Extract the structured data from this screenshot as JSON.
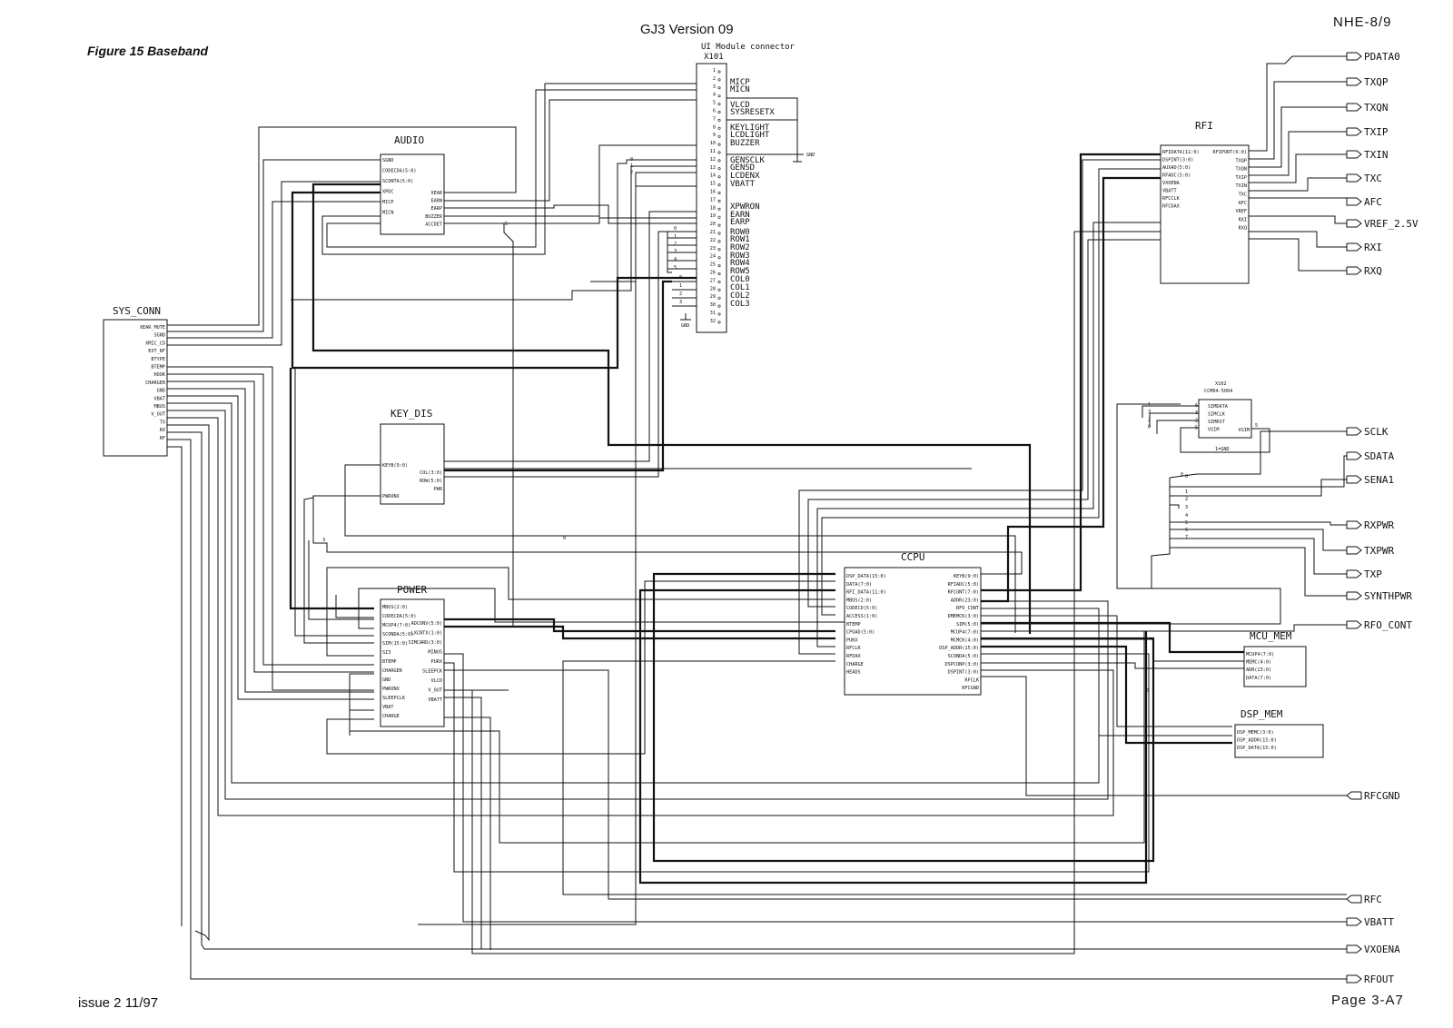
{
  "header": {
    "figure": "Figure 15   Baseband",
    "title": "GJ3 Version 09",
    "doc_code": "NHE-8/9"
  },
  "footer": {
    "issue": "issue 2 11/97",
    "page": "Page 3-A7"
  },
  "ui_connector": {
    "title": "UI Module connector",
    "ref": "X101",
    "pin_numbers": [
      "1",
      "2",
      "3",
      "4",
      "5",
      "6",
      "7",
      "8",
      "9",
      "10",
      "11",
      "12",
      "13",
      "14",
      "15",
      "16",
      "17",
      "18",
      "19",
      "20",
      "21",
      "22",
      "23",
      "24",
      "25",
      "26",
      "27",
      "28",
      "29",
      "30",
      "31",
      "32"
    ],
    "signals": [
      "MICP",
      "MICN",
      "VLCD",
      "SYSRESETX",
      "KEYLIGHT",
      "LCDLIGHT",
      "BUZZER",
      "GENSCLK",
      "GENSD",
      "LCDENX",
      "VBATT",
      "XPWRON",
      "EARN",
      "EARP",
      "ROW0",
      "ROW1",
      "ROW2",
      "ROW3",
      "ROW4",
      "ROW5",
      "COL0",
      "COL1",
      "COL2",
      "COL3"
    ],
    "gnd_labels": [
      "GND",
      "GND"
    ],
    "bus_indices": [
      "0",
      "1",
      "2",
      "3",
      "4",
      "5",
      "0",
      "1",
      "2",
      "3",
      "2",
      "1",
      "0"
    ]
  },
  "blocks": {
    "audio": {
      "name": "AUDIO",
      "left_pins": [
        "SGND",
        "CODECDA(5:0)",
        "SCONTA(5:0)",
        "XPDC",
        "MICP",
        "MICN"
      ],
      "right_pins": [
        "XEAR",
        "EARN",
        "EARP",
        "BUZZER",
        "ACCDET"
      ]
    },
    "sys_conn": {
      "name": "SYS_CONN",
      "right_pins": [
        "XEAR_MUTE",
        "SGND",
        "XMIC_CD",
        "EXT_RF",
        "BTYPE",
        "BTEMP",
        "HOOK",
        "CHARGER",
        "GND",
        "VBAT",
        "MBUS",
        "V_OUT",
        "TX",
        "RX",
        "RF"
      ]
    },
    "key_dis": {
      "name": "KEY_DIS",
      "left_pins": [
        "KEYB(9:0)",
        "PWRONX"
      ],
      "right_pins": [
        "COL(3:0)",
        "ROW(5:0)",
        "PWR"
      ]
    },
    "power": {
      "name": "POWER",
      "left_pins": [
        "MBUS(2:0)",
        "CODECDA(5:0)",
        "MCUP4(7:0)",
        "SCONDA(5:0)",
        "SIM(15:0)",
        "SI3",
        "BTEMP",
        "CHARGER",
        "GND",
        "PWRONX",
        "SLEEPCLK",
        "VBAT",
        "CHARGE"
      ],
      "right_pins": [
        "ADCONV(5:0)",
        "LXCNTX(1:0)",
        "SIMCARD(3:0)",
        "MINUS",
        "PURX",
        "SLEEPCK",
        "VLCD",
        "V_OUT",
        "VBATT"
      ]
    },
    "ccpu": {
      "name": "CCPU",
      "left_pins": [
        "DSP_DATA(15:0)",
        "DATA(7:0)",
        "RFI_DATA(11:0)",
        "MBUS(2:0)",
        "CODECD(5:0)",
        "ACCESS(1:0)",
        "BTEMP",
        "CPUAD(5:0)",
        "PURX",
        "RFCLK",
        "RFDAX",
        "CHARGE",
        "HEADS"
      ],
      "right_pins": [
        "KEYB(9:0)",
        "RFIADC(5:0)",
        "RFCONT(7:0)",
        "ADDR(23:0)",
        "RFO_CONT",
        "DMEMCK(3:0)",
        "SIM(5:0)",
        "MCUP4(7:0)",
        "MCMCK(4:0)",
        "DSP_ADDR(15:0)",
        "SCONDA(5:0)",
        "DSPCONP(3:0)",
        "DSPINT(3:0)",
        "RFCLK",
        "RFCGND"
      ]
    },
    "rfi": {
      "name": "RFI",
      "left_pins": [
        "RFIDATA(11:0)",
        "DSPINT(3:0)",
        "AUXAD(5:0)",
        "RFADC(5:0)",
        "VXOENA",
        "VBATT",
        "RFCCLK",
        "RFCDAX"
      ],
      "right_pins": [
        "RFIPORT(6:0)",
        "TXQP",
        "TXQN",
        "TXIP",
        "TXIN",
        "TXC",
        "AFC",
        "VREF",
        "RXI",
        "RXQ"
      ]
    },
    "sim": {
      "ref": "X102",
      "part": "CCM04-5004",
      "left_pins": [
        "SIMDATA",
        "SIMCLK",
        "SIMRST",
        "VSIM"
      ],
      "right_pins": [
        "VSIM"
      ],
      "gnd": "1=GND",
      "pin_numbers": [
        "6",
        "3",
        "2",
        "5"
      ],
      "pin_out": "5",
      "bus_indices": [
        "1",
        "3",
        "2",
        "0"
      ]
    },
    "mcu_mem": {
      "name": "MCU_MEM",
      "left_pins": [
        "MCUP4(7:0)",
        "MEMC(4:0)",
        "ADR(23:0)",
        "DATA(7:0)"
      ]
    },
    "dsp_mem": {
      "name": "DSP_MEM",
      "left_pins": [
        "DSP_MEMC(3:0)",
        "DSP_ADDR(15:0)",
        "DSP_DATA(15:0)"
      ]
    }
  },
  "ports": {
    "outputs": [
      "PDATA0",
      "TXQP",
      "TXQN",
      "TXIP",
      "TXIN",
      "TXC",
      "AFC",
      "VREF_2.5V",
      "RXI",
      "RXQ",
      "SCLK",
      "SDATA",
      "SENA1",
      "RXPWR",
      "TXPWR",
      "TXP",
      "SYNTHPWR",
      "RFO_CONT",
      "VBATT",
      "VXOENA",
      "RFOUT"
    ],
    "inputs": [
      "RFCGND",
      "RFC"
    ]
  },
  "wire_labels": [
    "0",
    "5",
    "3",
    "0",
    "6",
    "0",
    "1",
    "2",
    "3",
    "4",
    "5",
    "6",
    "7"
  ]
}
